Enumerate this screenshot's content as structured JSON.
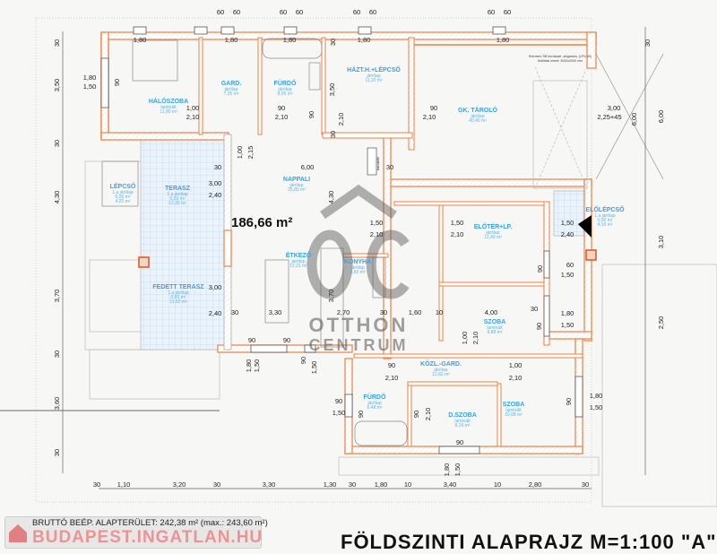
{
  "plan": {
    "title": "FÖLDSZINTI ALAPRAJZ  M=1:100  \"A\"",
    "total_area": "186,66 m²",
    "gross_area": "BRUTTÓ BEÉP. ALAPTERÜLET: 242,38 m²  (max.: 243,60 m²)",
    "garage_door_note_1": "Hörmann SB bordázatt -sikgarázs- (LPU 40)",
    "garage_door_note_2": "Kiállítási méret: 3000x2000 mm",
    "chimney_label": "kandalló",
    "watermark_1": "OTTHON",
    "watermark_2": "CENTRUM",
    "watermark_3": "BUDAPEST.INGATLAN.HU",
    "logo_text": "OC"
  },
  "rooms": [
    {
      "name": "HÁLÓSZOBA",
      "floor": "laminált",
      "area": "11,90 m²"
    },
    {
      "name": "GARD.",
      "floor": "járólap",
      "area": "7,35 m²"
    },
    {
      "name": "FÜRDŐ",
      "floor": "járólap",
      "area": "8,05 m²"
    },
    {
      "name": "HÁZT.H.+LÉPCSŐ",
      "floor": "járólap",
      "area": "11,20 m²"
    },
    {
      "name": "GK. TÁROLÓ",
      "floor": "járólap",
      "area": "40,40 m²"
    },
    {
      "name": "LÉPCSŐ",
      "floor": "1.a járólap",
      "area": "0,00 m²",
      "area2": "4,20 m²"
    },
    {
      "name": "TERASZ",
      "floor": "1.a járólap",
      "area": "0,00 m²",
      "area2": "13,95 m²"
    },
    {
      "name": "NAPPALI",
      "floor": "járólap",
      "area": "25,80 m²"
    },
    {
      "name": "ÉTKEZŐ",
      "floor": "járólap",
      "area": "12,21 m²"
    },
    {
      "name": "KONYHA",
      "floor": "járólap",
      "area": "8,60 m²"
    },
    {
      "name": "FEDETT TERASZ",
      "floor": "1.a járólap",
      "area": "0,00 m²",
      "area2": "11,62 m²"
    },
    {
      "name": "ELŐTÉR+LP.",
      "floor": "járólap",
      "area": "12,40 m²"
    },
    {
      "name": "ELŐLÉPCSŐ",
      "floor": "1.a járólap",
      "area": "0,00 m²",
      "area2": "4,16 m²"
    },
    {
      "name": "SZOBA",
      "floor": "laminált",
      "area": "9,88 m²"
    },
    {
      "name": "KÖZL.-GARD.",
      "floor": "járólap",
      "area": "12,82 m²"
    },
    {
      "name": "FÜRDŐ",
      "floor": "járólap",
      "area": "6,48 m²"
    },
    {
      "name": "D.SZOBA",
      "floor": "laminált",
      "area": "8,16 m²"
    },
    {
      "name": "SZOBA",
      "floor": "laminált",
      "area": "10,08 m²"
    }
  ],
  "dimensions": [
    "60",
    "60",
    "60",
    "60",
    "60",
    "60",
    "60",
    "60",
    "1,80",
    "1,80",
    "1,80",
    "1,80",
    "1,80",
    "1,80",
    "1,50",
    "90",
    "1,00",
    "2,10",
    "90",
    "2,10",
    "90",
    "2,10",
    "3,50",
    "30",
    "30",
    "90",
    "2,10",
    "3,00",
    "2,25+45",
    "6,00",
    "1,00",
    "2,15",
    "6,00",
    "30",
    "30",
    "4,30",
    "3,00",
    "2,40",
    "1,50",
    "2,10",
    "1,50",
    "2,10",
    "1,50",
    "2,40",
    "60",
    "1,50",
    "90",
    "3,00",
    "2,40",
    "3,30",
    "2,70",
    "3,70",
    "30",
    "30",
    "1,60",
    "10",
    "4,00",
    "30",
    "1,80",
    "1,50",
    "90",
    "1,00",
    "2,10",
    "90",
    "90",
    "1,80",
    "1,50",
    "90",
    "1,50",
    "90",
    "2,10",
    "1,00",
    "2,10",
    "90",
    "2,10",
    "90",
    "1,50",
    "90",
    "1,80",
    "1,50",
    "90",
    "90",
    "1,80",
    "1,50",
    "30",
    "1,10",
    "3,20",
    "30",
    "3,30",
    "1,30",
    "30",
    "1,80",
    "10",
    "3,40",
    "10",
    "2,80",
    "30",
    "30",
    "3,50",
    "30",
    "4,30",
    "3,70",
    "30",
    "3,60",
    "30",
    "30",
    "6,00",
    "3,10",
    "2,50"
  ]
}
